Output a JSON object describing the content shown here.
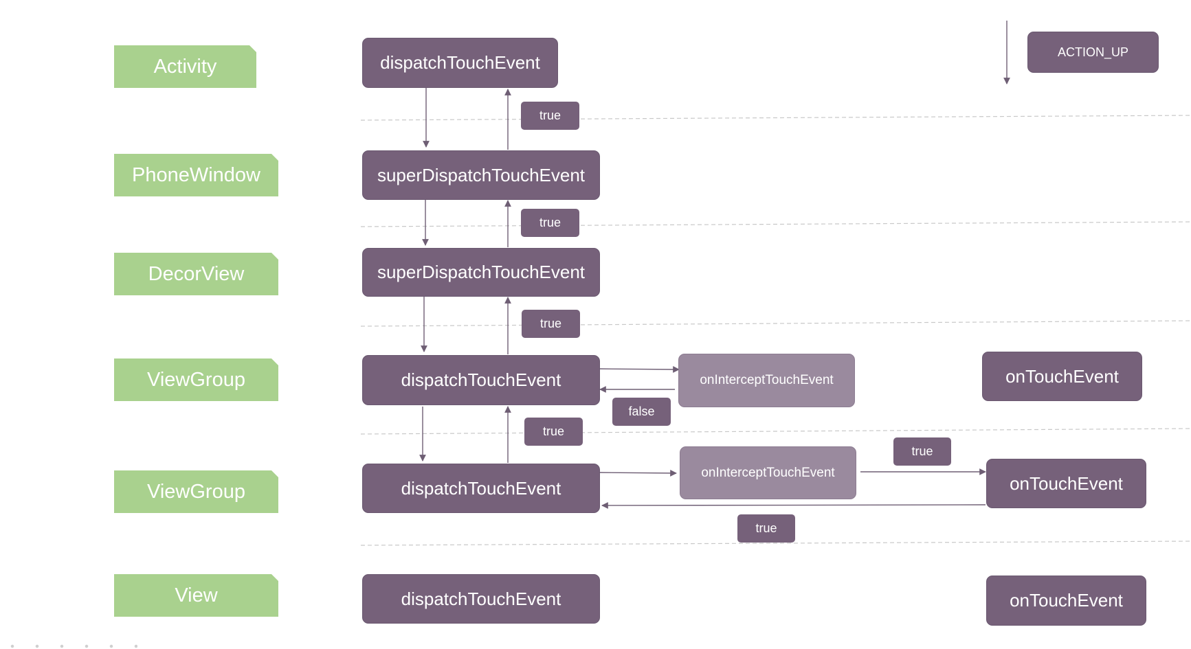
{
  "layers": [
    "Activity",
    "PhoneWindow",
    "DecorView",
    "ViewGroup",
    "ViewGroup",
    "View"
  ],
  "methods": {
    "activity_dispatch": "dispatchTouchEvent",
    "phonewindow_super": "superDispatchTouchEvent",
    "decorview_super": "superDispatchTouchEvent",
    "viewgroup1_dispatch": "dispatchTouchEvent",
    "viewgroup1_intercept": "onInterceptTouchEvent",
    "viewgroup1_ontouch": "onTouchEvent",
    "viewgroup2_dispatch": "dispatchTouchEvent",
    "viewgroup2_intercept": "onInterceptTouchEvent",
    "viewgroup2_ontouch": "onTouchEvent",
    "view_dispatch": "dispatchTouchEvent",
    "view_ontouch": "onTouchEvent"
  },
  "returns": {
    "r1": "true",
    "r2": "true",
    "r3": "true",
    "r4": "true",
    "false1": "false",
    "r5": "true",
    "r6": "true"
  },
  "event": "ACTION_UP",
  "colors": {
    "layer_tag": "#a9d18e",
    "method_box": "#76617a",
    "intercept_box": "#9a8a9e",
    "arrow": "#6e5e74",
    "separator": "#c8c8c8"
  }
}
